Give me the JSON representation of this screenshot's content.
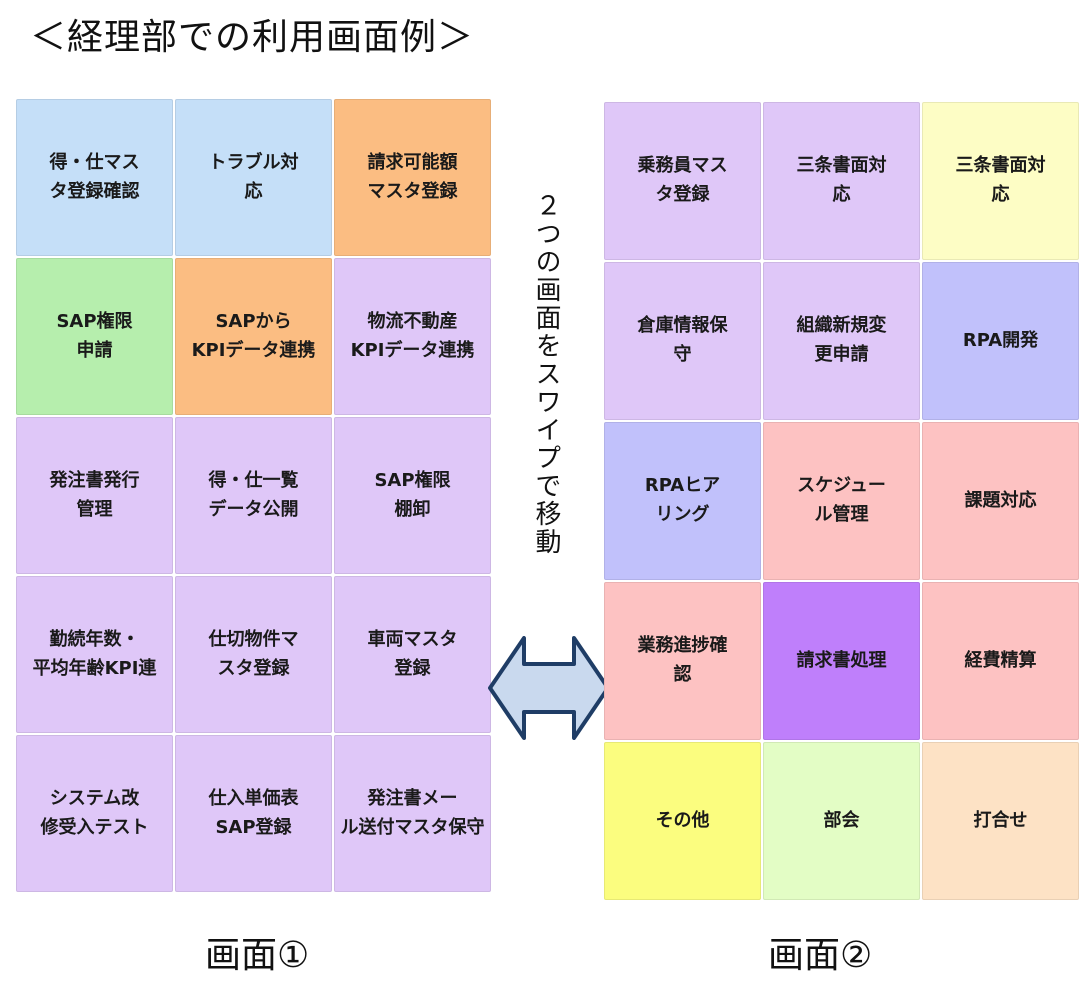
{
  "title": "＜経理部での利用画面例＞",
  "swipe_note": "２つの画面をスワイプで移動",
  "screen1": {
    "label": "画面①",
    "tiles": [
      {
        "label": "得・仕マス\nタ登録確認",
        "color": "#c5dff8"
      },
      {
        "label": "トラブル対\n応",
        "color": "#c5dff8"
      },
      {
        "label": "請求可能額\nマスタ登録",
        "color": "#fbbd82"
      },
      {
        "label": "SAP権限\n申請",
        "color": "#b6eead"
      },
      {
        "label": "SAPから\nKPIデータ連携",
        "color": "#fbbd82"
      },
      {
        "label": "物流不動産\nKPIデータ連携",
        "color": "#dfc7f8"
      },
      {
        "label": "発注書発行\n管理",
        "color": "#dfc7f8"
      },
      {
        "label": "得・仕一覧\nデータ公開",
        "color": "#dfc7f8"
      },
      {
        "label": "SAP権限\n棚卸",
        "color": "#dfc7f8"
      },
      {
        "label": "勤続年数・\n平均年齢KPI連",
        "color": "#dfc7f8"
      },
      {
        "label": "仕切物件マ\nスタ登録",
        "color": "#dfc7f8"
      },
      {
        "label": "車両マスタ\n登録",
        "color": "#dfc7f8"
      },
      {
        "label": "システム改\n修受入テスト",
        "color": "#dfc7f8"
      },
      {
        "label": "仕入単価表\nSAP登録",
        "color": "#dfc7f8"
      },
      {
        "label": "発注書メー\nル送付マスタ保守",
        "color": "#dfc7f8"
      }
    ]
  },
  "screen2": {
    "label": "画面②",
    "tiles": [
      {
        "label": "乗務員マス\nタ登録",
        "color": "#dfc7f8"
      },
      {
        "label": "三条書面対\n応",
        "color": "#dfc7f8"
      },
      {
        "label": "三条書面対\n応",
        "color": "#fdfdc5"
      },
      {
        "label": "倉庫情報保\n守",
        "color": "#dfc7f8"
      },
      {
        "label": "組織新規変\n更申請",
        "color": "#dfc7f8"
      },
      {
        "label": "RPA開発",
        "color": "#c1c1fb"
      },
      {
        "label": "RPAヒア\nリング",
        "color": "#c1c1fb"
      },
      {
        "label": "スケジュー\nル管理",
        "color": "#fdc2c2"
      },
      {
        "label": "課題対応",
        "color": "#fdc2c2"
      },
      {
        "label": "業務進捗確\n認",
        "color": "#fdc2c2"
      },
      {
        "label": "請求書処理",
        "color": "#bf7ffb"
      },
      {
        "label": "経費精算",
        "color": "#fdc2c2"
      },
      {
        "label": "その他",
        "color": "#fbfd7f"
      },
      {
        "label": "部会",
        "color": "#e3fdc5"
      },
      {
        "label": "打合せ",
        "color": "#fde2c5"
      }
    ]
  },
  "arrow": {
    "fill": "#c9d9ee",
    "stroke": "#1f3d66",
    "icon": "double-arrow-icon"
  }
}
